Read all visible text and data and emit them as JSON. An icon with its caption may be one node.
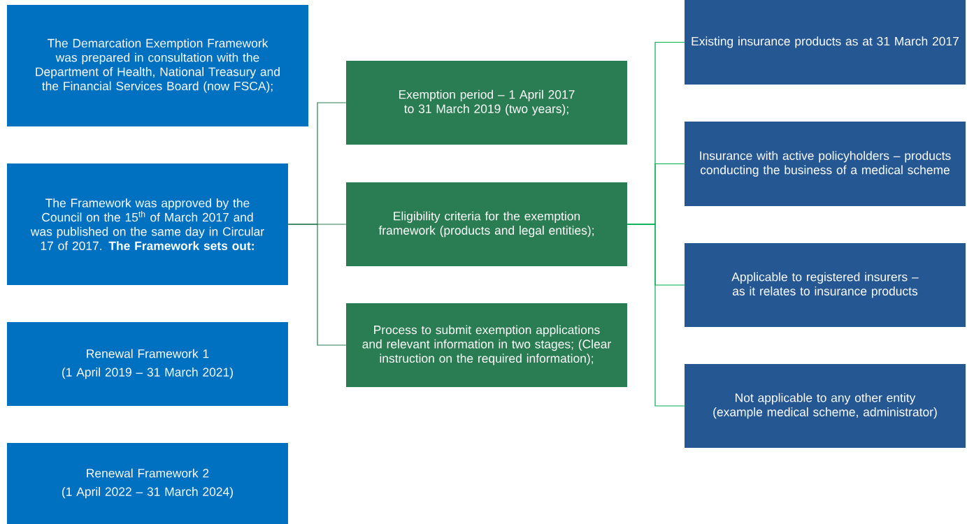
{
  "diagram": {
    "nodes": [
      {
        "text": [
          "The Demarcation Exemption Framework was prepared in consultation with the Department of Health, National Treasury and the Financial Services Board (now FSCA);"
        ]
      },
      {
        "text": [
          "The Framework was approved by the Council on the 15$^{th}$ of March 2017 and was published on the same day in Circular 17 of 2017. **The Framework sets out:**"
        ]
      },
      {
        "text": [
          "Renewal Framework 1",
          "(1 April 2019 – 31 March 2021)"
        ]
      },
      {
        "text": [
          "Renewal Framework 2",
          "(1 April 2022 – 31 March 2024)"
        ]
      },
      {
        "text": [
          "Exemption period – 1 April 2017 to 31 March 2019 (two years);"
        ]
      },
      {
        "text": [
          "Eligibility criteria for the exemption framework (products and legal entities);"
        ]
      },
      {
        "text": [
          "Process to submit exemption applications and relevant information in two stages; (Clear instruction on the required information);"
        ]
      },
      {
        "text": [
          "Existing insurance products as at 31 March 2017"
        ]
      },
      {
        "text": [
          "Insurance with active policyholders – products conducting the business of a medical scheme"
        ]
      },
      {
        "text": [
          "Applicable to registered insurers – as it relates to insurance products"
        ]
      },
      {
        "text": [
          "Not applicable to any other entity (example medical scheme, administrator)"
        ]
      }
    ],
    "edges": [
      {
        "from": 1,
        "to": 4,
        "arrow": "none",
        "color": "#2a7d52"
      },
      {
        "from": 1,
        "to": 5,
        "arrow": "none",
        "color": "#2a7d52"
      },
      {
        "from": 1,
        "to": 6,
        "arrow": "none",
        "color": "#2a7d52"
      },
      {
        "from": 5,
        "to": 7,
        "arrow": "none",
        "color": "#00b050"
      },
      {
        "from": 5,
        "to": 8,
        "arrow": "none",
        "color": "#00b050"
      },
      {
        "from": 5,
        "to": 9,
        "arrow": "none",
        "color": "#00b050"
      },
      {
        "from": 5,
        "to": 10,
        "arrow": "none",
        "color": "#00b050"
      }
    ]
  }
}
